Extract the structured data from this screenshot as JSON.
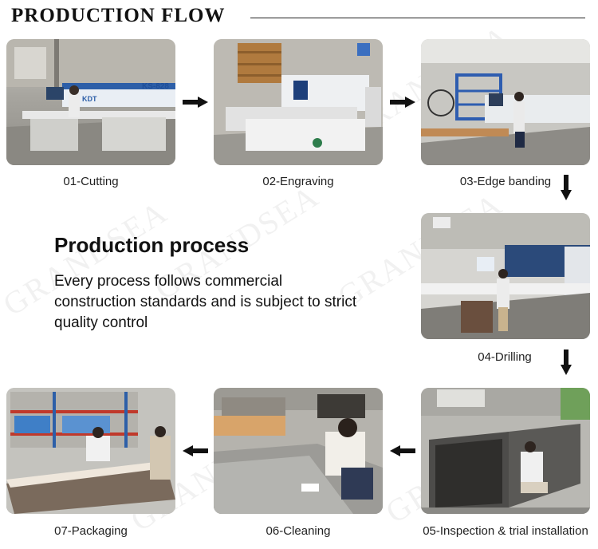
{
  "header": {
    "title": "PRODUCTION FLOW"
  },
  "steps": [
    {
      "label": "01-Cutting"
    },
    {
      "label": "02-Engraving"
    },
    {
      "label": "03-Edge banding"
    },
    {
      "label": "04-Drilling"
    },
    {
      "label": "05-Inspection & trial installation"
    },
    {
      "label": "06-Cleaning"
    },
    {
      "label": "07-Packaging"
    }
  ],
  "process": {
    "heading": "Production process",
    "description": "Every process follows commercial construction standards and is subject to strict quality control"
  },
  "photo_texts": {
    "machine_brand": "KDT",
    "machine_model": "KS-828"
  },
  "watermark": {
    "text": "GRANDSEA"
  },
  "icons": [
    "arrow-right-icon",
    "arrow-down-icon",
    "arrow-left-icon"
  ]
}
